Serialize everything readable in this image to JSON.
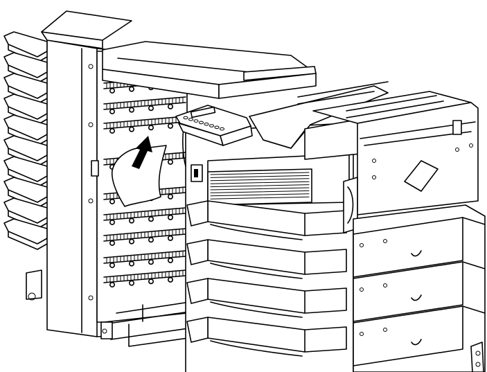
{
  "figure": {
    "description_visible_text": "",
    "icons": {
      "paper_removal_arrow": "up-arrow-icon",
      "handle": "drawer-handle-icon"
    },
    "colors": {
      "line": "#000000",
      "background": "#ffffff",
      "panel_fill": "#e6e6e6"
    },
    "drawers_printer": 4,
    "drawers_option_unit": 3,
    "mailbox_bins": 10,
    "control_panel_buttons": 8
  }
}
